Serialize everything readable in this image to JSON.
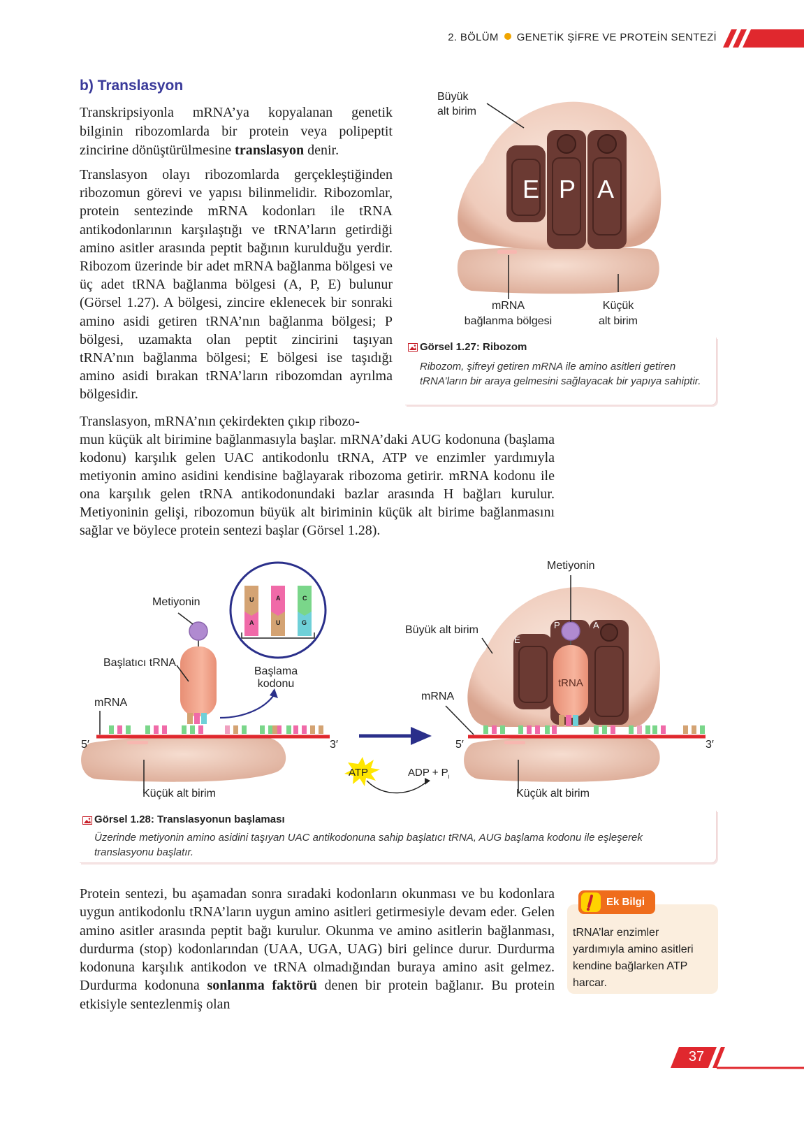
{
  "header": {
    "chapter": "2. BÖLÜM",
    "title": "GENETİK ŞİFRE VE PROTEİN SENTEZİ",
    "accent_color": "#e0282e",
    "dot_color": "#f0a500"
  },
  "section": {
    "heading": "b) Translasyon"
  },
  "paragraphs": {
    "p1_a": "Transkripsiyonla mRNA’ya kopyalanan genetik bilginin ribozomlarda bir protein veya polipeptit zincirine dönüştürülmesine ",
    "p1_bold": "translasyon",
    "p1_b": " denir.",
    "p2": "Translasyon olayı ribozomlarda gerçekleştiğinden ribozomun görevi ve yapısı bilinmelidir. Ribozomlar, protein sentezinde mRNA kodonları ile tRNA antikodonlarının karşılaştığı ve tRNA’ların getirdiği amino asitler arasında peptit bağının kurulduğu yerdir. Ribozom üzerinde bir adet mRNA bağlanma bölgesi ve üç adet tRNA bağlanma bölgesi (A, P, E) bulunur (Görsel 1.27). A bölgesi, zincire eklenecek bir sonraki amino asidi getiren tRNA’nın bağlanma bölgesi; P bölgesi, uzamakta olan peptit zincirini taşıyan tRNA’nın bağlanma bölgesi; E bölgesi ise taşıdığı amino asidi bırakan tRNA’ların ribozomdan ayrılma bölgesidir.",
    "p3_line1": "Translasyon, mRNA’nın çekirdekten çıkıp ribozo-",
    "p3_rest": "mun küçük alt birimine bağlanmasıyla başlar. mRNA’daki AUG kodonuna (başlama kodonu) karşılık gelen UAC antikodonlu tRNA, ATP ve enzimler yardımıyla metiyonin amino asidini kendisine bağlayarak ribozoma getirir. mRNA kodonu ile ona karşılık gelen tRNA antikodonundaki bazlar arasında H bağları kurulur. Metiyoninin gelişi, ribozomun büyük alt biriminin küçük alt birime bağlanmasını sağlar ve böylece protein sentezi başlar (Görsel 1.28).",
    "p4_a": "Protein sentezi, bu aşamadan sonra sıradaki kodonların okunması ve bu kodonlara uygun antikodonlu tRNA’ların uygun amino asitleri getirmesiyle devam eder. Gelen amino asitler arasında peptit bağı kurulur. Okunma ve amino asitlerin bağlanması, durdurma (stop) kodonlarından (UAA, UGA, UAG) biri gelince durur. Durdurma kodonuna karşılık antikodon ve tRNA olmadığından buraya amino asit gelmez. Durdurma kodonuna ",
    "p4_bold": "sonlanma faktörü",
    "p4_b": " denen bir protein bağlanır. Bu protein etkisiyle sentezlenmiş olan"
  },
  "figure1": {
    "labels": {
      "large": "Büyük\nalt birim",
      "mrna_site": "mRNA\nbağlanma bölgesi",
      "small": "Küçük\nalt birim",
      "E": "E",
      "P": "P",
      "A": "A"
    },
    "caption_title": "Görsel 1.27: Ribozom",
    "caption_text": "Ribozom, şifreyi getiren mRNA ile amino asitleri getiren tRNA’ların bir araya gelmesini sağlayacak bir yapıya sahiptir."
  },
  "figure2": {
    "labels": {
      "met_left": "Metiyonin",
      "initiator": "Başlatıcı tRNA",
      "mrna_left": "mRNA",
      "start_codon": "Başlama\nkodonu",
      "five_left": "5′",
      "three_left": "3′",
      "small_left": "Küçük alt birim",
      "atp": "ATP",
      "adp": "ADP + P",
      "adp_sub": "i",
      "met_right": "Metiyonin",
      "large_right": "Büyük alt birim",
      "mrna_right": "mRNA",
      "E": "E",
      "P": "P",
      "A": "A",
      "trna": "tRNA",
      "five_right": "5′",
      "three_right": "3′",
      "small_right": "Küçük alt birim",
      "inset_top": [
        "U",
        "A",
        "C"
      ],
      "inset_bottom": [
        "A",
        "U",
        "G"
      ]
    },
    "caption_title": "Görsel 1.28: Translasyonun başlaması",
    "caption_text": "Üzerinde metiyonin amino asidini taşıyan UAC antikodonuna sahip başlatıcı tRNA, AUG başlama kodonu ile eşleşerek translasyonu başlatır."
  },
  "ek_bilgi": {
    "badge": "Ek Bilgi",
    "text": "tRNA’lar enzimler yardımıyla amino asitleri kendine bağlarken ATP harcar."
  },
  "page_number": "37"
}
